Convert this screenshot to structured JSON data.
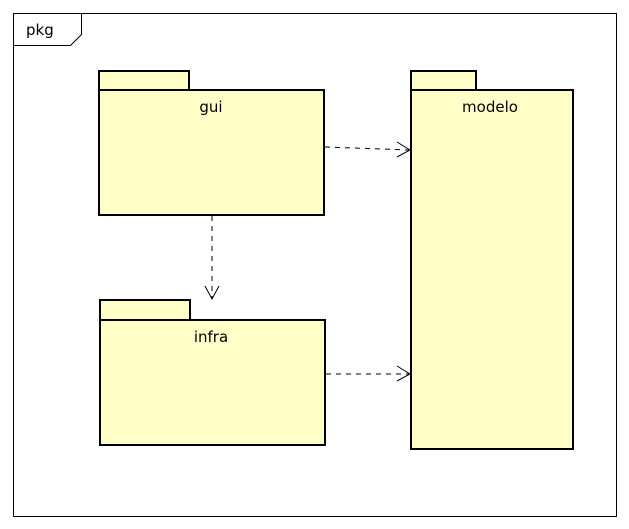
{
  "frame": {
    "label": "pkg"
  },
  "packages": {
    "gui": {
      "name": "gui"
    },
    "infra": {
      "name": "infra"
    },
    "modelo": {
      "name": "modelo"
    }
  },
  "colors": {
    "package_fill": "#ffffc8",
    "stroke": "#000000",
    "background": "#ffffff"
  }
}
